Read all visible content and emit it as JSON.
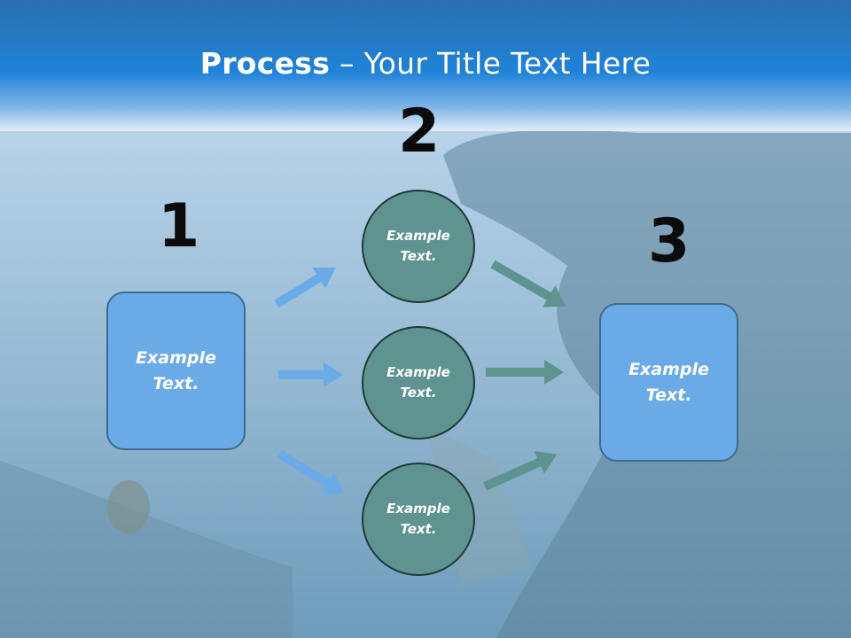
{
  "title": {
    "bold": "Process",
    "dash": " – ",
    "rest": "Your Title Text Here"
  },
  "steps": {
    "one": {
      "number": "1",
      "line1": "Example",
      "line2": "Text."
    },
    "two": {
      "number": "2",
      "circles": [
        {
          "line1": "Example",
          "line2": "Text."
        },
        {
          "line1": "Example",
          "line2": "Text."
        },
        {
          "line1": "Example",
          "line2": "Text."
        }
      ]
    },
    "three": {
      "number": "3",
      "line1": "Example",
      "line2": "Text."
    }
  },
  "colors": {
    "header_blue": "#1f7fd6",
    "box_fill": "#6aaae6",
    "circle_fill": "#5e9390",
    "arrow_blue": "#6aaae6",
    "arrow_teal": "#5e9390"
  }
}
